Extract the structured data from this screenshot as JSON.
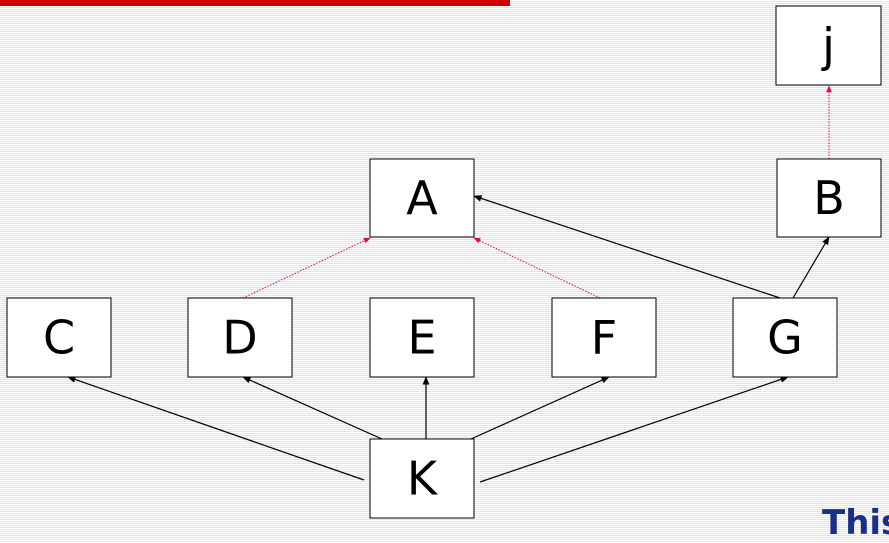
{
  "nodes": [
    {
      "id": "j",
      "label": "j"
    },
    {
      "id": "A",
      "label": "A"
    },
    {
      "id": "B",
      "label": "B"
    },
    {
      "id": "C",
      "label": "C"
    },
    {
      "id": "D",
      "label": "D"
    },
    {
      "id": "E",
      "label": "E"
    },
    {
      "id": "F",
      "label": "F"
    },
    {
      "id": "G",
      "label": "G"
    },
    {
      "id": "K",
      "label": "K"
    }
  ],
  "edges": [
    {
      "from": "K",
      "to": "C",
      "style": "solid",
      "color": "#000000"
    },
    {
      "from": "K",
      "to": "D",
      "style": "solid",
      "color": "#000000"
    },
    {
      "from": "K",
      "to": "E",
      "style": "solid",
      "color": "#000000"
    },
    {
      "from": "K",
      "to": "F",
      "style": "solid",
      "color": "#000000"
    },
    {
      "from": "K",
      "to": "G",
      "style": "solid",
      "color": "#000000"
    },
    {
      "from": "G",
      "to": "A",
      "style": "solid",
      "color": "#000000"
    },
    {
      "from": "G",
      "to": "B",
      "style": "solid",
      "color": "#000000"
    },
    {
      "from": "D",
      "to": "A",
      "style": "dotted",
      "color": "#e8005a"
    },
    {
      "from": "F",
      "to": "A",
      "style": "dotted",
      "color": "#e8005a"
    },
    {
      "from": "B",
      "to": "j",
      "style": "dotted",
      "color": "#e8005a"
    }
  ],
  "colors": {
    "accent_bar": "#cc0000",
    "realization_edge": "#e8005a",
    "corner_text": "#1a2f8a"
  },
  "corner_text": "This"
}
